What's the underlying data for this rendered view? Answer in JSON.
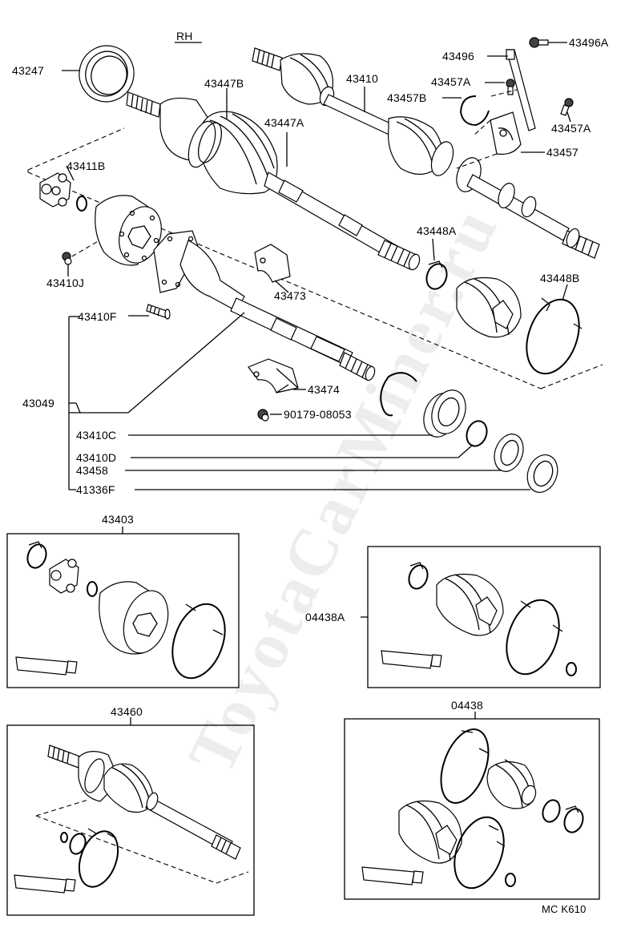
{
  "diagram": {
    "side_label": "RH",
    "watermark": "ToyotaCarMiner.ru",
    "code": "MC K610",
    "parts": {
      "p43247": "43247",
      "p43447B": "43447B",
      "p43447A": "43447A",
      "p43410": "43410",
      "p43496": "43496",
      "p43496A": "43496A",
      "p43457A_top": "43457A",
      "p43457B": "43457B",
      "p43457A_right": "43457A",
      "p43457": "43457",
      "p43411B": "43411B",
      "p43410J": "43410J",
      "p43448A": "43448A",
      "p43448B": "43448B",
      "p43473": "43473",
      "p43410F": "43410F",
      "p43474": "43474",
      "p43049": "43049",
      "p90179": "90179-08053",
      "p43410C": "43410C",
      "p43410D": "43410D",
      "p43458": "43458",
      "p41336F": "41336F",
      "p43403": "43403",
      "p04438A": "04438A",
      "p43460": "43460",
      "p04438": "04438"
    }
  }
}
